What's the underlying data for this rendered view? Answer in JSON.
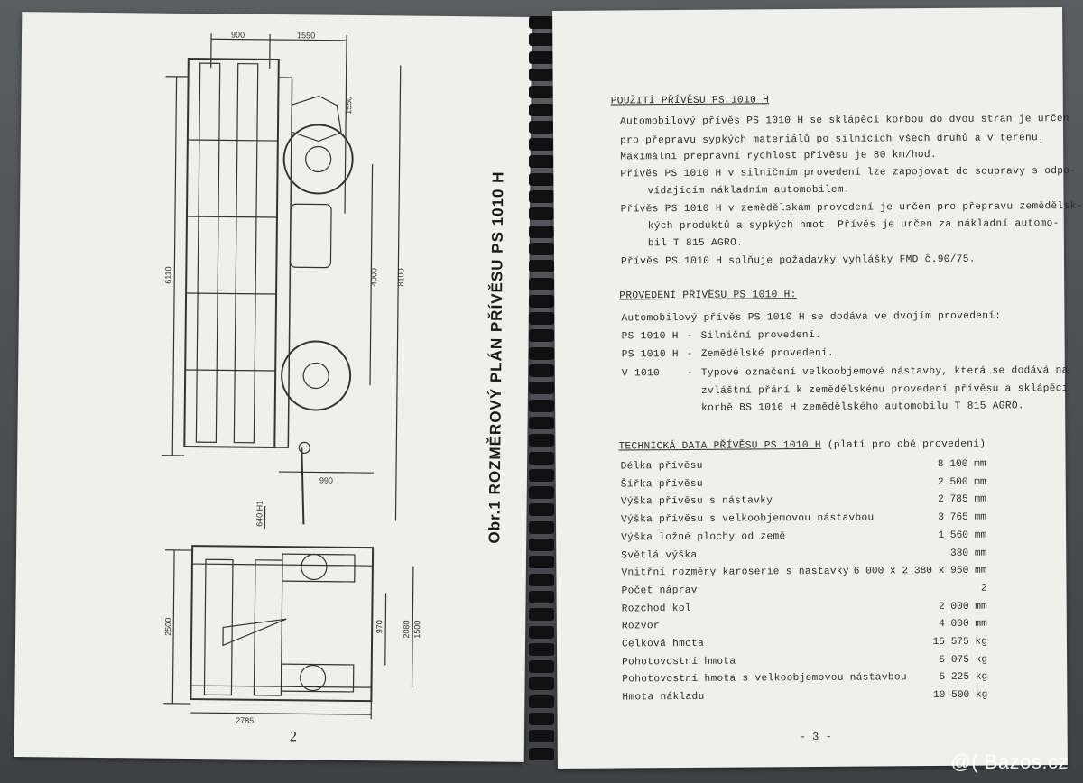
{
  "left_page": {
    "figure_title": "Obr.1  ROZMĚROVÝ PLÁN PŘÍVĚSU  PS 1010 H",
    "page_number": "2",
    "dimensions": {
      "d900": "900",
      "d1550a": "1550",
      "d1550b": "1550",
      "d6110": "6110",
      "d4000": "4000",
      "d8100": "8100",
      "d990": "990",
      "d640": "640 H1",
      "d2500": "2500",
      "d970": "970",
      "d2080": "2080",
      "d1500": "1500",
      "d2785": "2785"
    }
  },
  "right_page": {
    "section1": {
      "heading": "POUŽITÍ PŘÍVĚSU PS 1010 H",
      "lines": [
        "Automobilový přívěs PS 1010 H se sklápěcí korbou do dvou stran je určen",
        "pro přepravu sypkých materiálů po silnicích všech druhů a v terénu.",
        "Maximální přepravní rychlost přívěsu je 80 km/hod.",
        "Přívěs PS 1010 H v silničním provedení lze zapojovat do soupravy s odpo-",
        "vídajícím nákladním automobilem.",
        "Přívěs PS 1010 H v zemědělskám provedení je určen pro přepravu zemědělsk-",
        "kých produktů a sypkých hmot. Přívěs je určen za nákladní automo-",
        "bil T 815 AGRO.",
        "Přívěs PS 1010 H splňuje požadavky vyhlášky FMD č.90/75."
      ]
    },
    "section2": {
      "heading": "PROVEDENÍ PŘÍVĚSU PS 1010 H:",
      "intro": "Automobilový přívěs PS 1010 H se dodává ve dvojím provedení:",
      "items": [
        {
          "code": "PS 1010 H",
          "dash": "-",
          "text": "Silniční provedení."
        },
        {
          "code": "PS 1010 H",
          "dash": "-",
          "text": "Zemědělské provedení."
        },
        {
          "code": "V 1010",
          "dash": "-",
          "text": "Typové označení velkoobjemové nástavby, která se dodává na"
        }
      ],
      "continuation": [
        "zvláštní přání k zemědělskému provedení přívěsu a sklápěcí",
        "korbě BS 1016 H zemědělského automobilu T 815 AGRO."
      ]
    },
    "section3": {
      "heading": "TECHNICKÁ DATA PŘÍVĚSU PS 1010 H",
      "heading_note": "(platí pro obě provedení)",
      "rows": [
        {
          "label": "Délka přívěsu",
          "value": "8 100 mm"
        },
        {
          "label": "Šířka přívěsu",
          "value": "2 500 mm"
        },
        {
          "label": "Výška přívěsu s nástavky",
          "value": "2 785 mm"
        },
        {
          "label": "Výška přívěsu s velkoobjemovou nástavbou",
          "value": "3 765 mm"
        },
        {
          "label": "Výška ložné plochy od země",
          "value": "1 560 mm"
        },
        {
          "label": "Světlá výška",
          "value": "380 mm"
        },
        {
          "label": "Vnitřní rozměry karoserie s nástavky",
          "value": "6 000 x 2 380 x 950 mm"
        },
        {
          "label": "Počet náprav",
          "value": "2"
        },
        {
          "label": "Rozchod kol",
          "value": "2 000 mm"
        },
        {
          "label": "Rozvor",
          "value": "4 000 mm"
        },
        {
          "label": "Celková hmota",
          "value": "15 575 kg"
        },
        {
          "label": "Pohotovostní hmota",
          "value": "5 075 kg"
        },
        {
          "label": "Pohotovostní hmota s velkoobjemovou nástavbou",
          "value": "5 225 kg"
        },
        {
          "label": "Hmota nákladu",
          "value": "10 500 kg"
        }
      ]
    },
    "page_number": "- 3 -"
  },
  "watermark": "@( Bazos.cz"
}
